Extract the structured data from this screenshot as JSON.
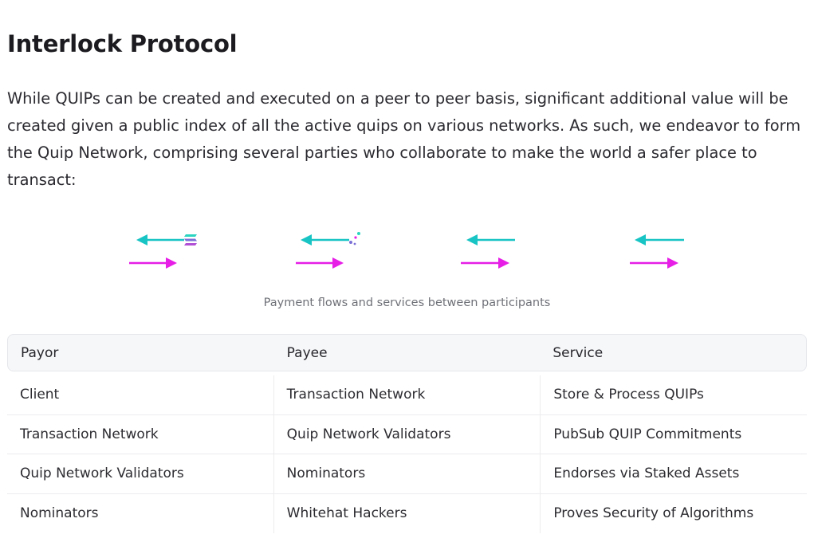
{
  "heading": "Interlock Protocol",
  "intro": "While QUIPs can be created and executed on a peer to peer basis, significant additional value will be created given a public index of all the active quips on various networks. As such, we endeavor to form the Quip Network, comprising several parties who collaborate to make the world a safer place to transact:",
  "figure": {
    "caption": "Payment flows and services between participants",
    "colors": {
      "service_arrow": "#19c4c4",
      "payment_arrow": "#e61ee6",
      "logo_primary": "#7b6fd6",
      "logo_secondary": "#2bd4c0"
    },
    "groups": [
      {
        "icon": "solana-icon"
      },
      {
        "icon": "network-icon"
      },
      {
        "icon": "none"
      },
      {
        "icon": "none"
      }
    ]
  },
  "table": {
    "headers": [
      "Payor",
      "Payee",
      "Service"
    ],
    "rows": [
      [
        "Client",
        "Transaction Network",
        "Store & Process QUIPs"
      ],
      [
        "Transaction Network",
        "Quip Network Validators",
        "PubSub QUIP Commitments"
      ],
      [
        "Quip Network Validators",
        "Nominators",
        "Endorses via Staked Assets"
      ],
      [
        "Nominators",
        "Whitehat Hackers",
        "Proves Security of Algorithms"
      ]
    ]
  }
}
